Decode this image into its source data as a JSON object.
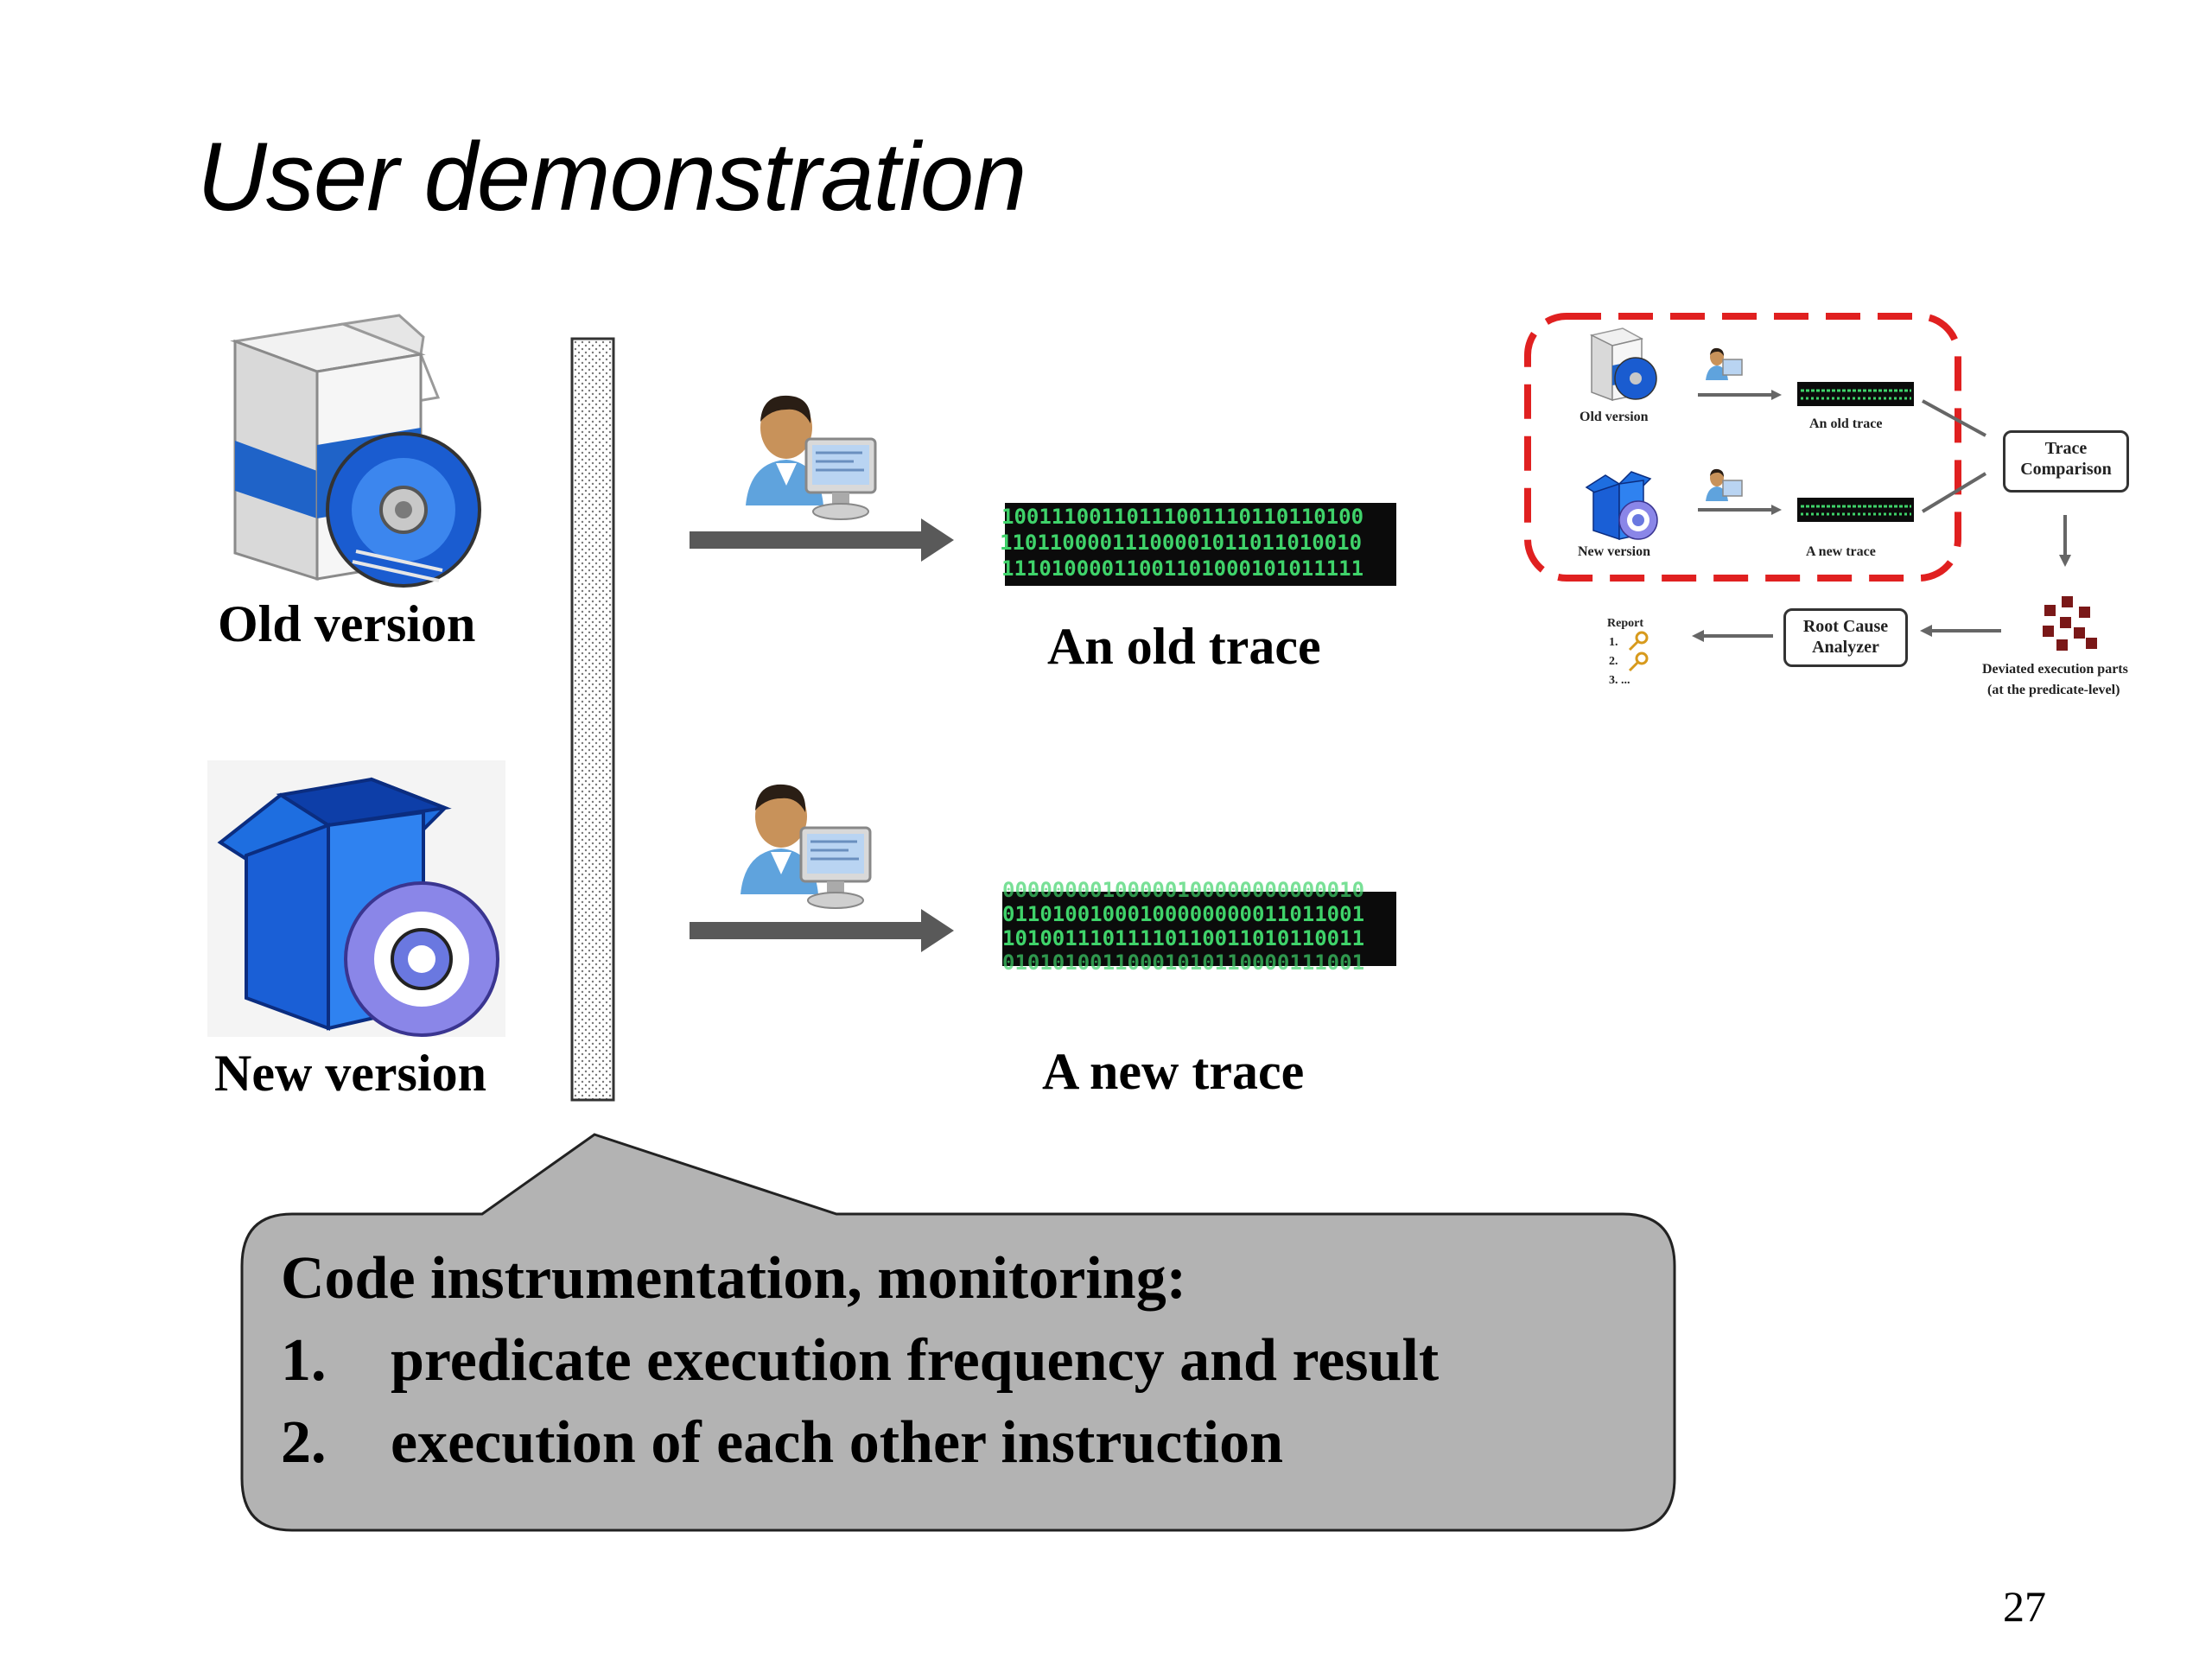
{
  "slide": {
    "title": "User demonstration",
    "page_number": "27"
  },
  "left": {
    "old_version_label": "Old version",
    "new_version_label": "New version"
  },
  "traces": {
    "old_trace_label": "An old trace",
    "new_trace_label": "A new trace",
    "old_bits": [
      "10011100110111001110110110100",
      "11011000011100001011011010010",
      "11101000011001101000101011111"
    ],
    "new_bits": [
      "00000000100000100000000000010",
      "01101001000100000000011011001",
      "10100111011110110011010110011",
      "01010100110001010110000111001"
    ]
  },
  "callout": {
    "heading": "Code instrumentation, monitoring:",
    "items": [
      {
        "num": "1.",
        "text": "predicate execution frequency and result"
      },
      {
        "num": "2.",
        "text": "execution of each other instruction"
      }
    ],
    "fill_color": "#b3b3b3"
  },
  "overview": {
    "old_version": "Old version",
    "new_version": "New version",
    "old_trace": "An old trace",
    "new_trace": "A new trace",
    "trace_comparison": [
      "Trace",
      "Comparison"
    ],
    "root_cause": [
      "Root Cause",
      "Analyzer"
    ],
    "deviated": [
      "Deviated execution parts",
      "(at the predicate-level)"
    ],
    "report_title": "Report",
    "report_items": [
      "1.",
      "2.",
      "3. ..."
    ],
    "highlight_color": "#e02020"
  },
  "colors": {
    "box_blue": "#1f63c8",
    "arrow_gray": "#595959",
    "binary_green": "#3fd36a",
    "deviated_red": "#7a1818"
  }
}
